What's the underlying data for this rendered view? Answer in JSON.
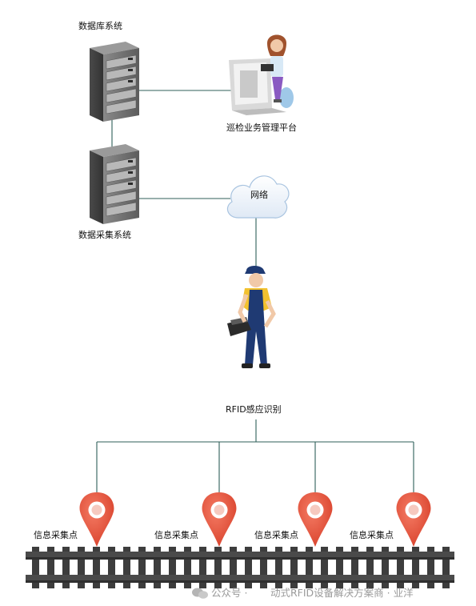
{
  "labels": {
    "database_system": "数据库系统",
    "inspection_platform": "巡检业务管理平台",
    "data_collection_system": "数据采集系统",
    "network": "网络",
    "rfid_recognition": "RFID感应识别",
    "info_point_1": "信息采集点",
    "info_point_2": "信息采集点",
    "info_point_3": "信息采集点",
    "info_point_4": "信息采集点"
  },
  "watermark": {
    "prefix": "公众号 · ",
    "text": "动式RFID设备解决方案商 · 业洋"
  },
  "colors": {
    "line": "#2f5f5a",
    "pin": "#e8553e",
    "pin_dark": "#c9412e",
    "server": "#6d6d6d",
    "rail": "#4a4a4a",
    "sleeper": "#3d3d3d"
  },
  "icons": {
    "server": "server-rack-icon",
    "operator": "operator-at-desk-icon",
    "cloud": "cloud-icon",
    "worker": "worker-with-reader-icon",
    "pin": "location-pin-icon",
    "track": "railway-track-icon",
    "wechat": "wechat-icon"
  }
}
